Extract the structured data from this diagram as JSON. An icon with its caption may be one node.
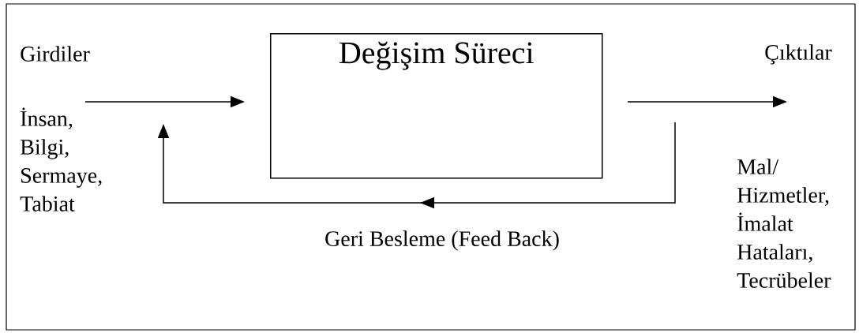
{
  "diagram": {
    "nodes": [
      {
        "text": [
          "Girdiler",
          "İnsan, Bilgi, Sermaye, Tabiat"
        ]
      },
      {
        "text": [
          "Değişim Süreci"
        ]
      },
      {
        "text": [
          "Çıktılar",
          "Mal/ Hizmetler, İmalat Hataları, Tecrübeler"
        ]
      }
    ],
    "edges": [
      {
        "from": 0,
        "to": 1,
        "arrow": "to"
      },
      {
        "from": 1,
        "to": 2,
        "arrow": "to"
      },
      {
        "from": 2,
        "to": 0,
        "arrow": "to",
        "label": "Geri Besleme (Feed Back)"
      }
    ]
  }
}
